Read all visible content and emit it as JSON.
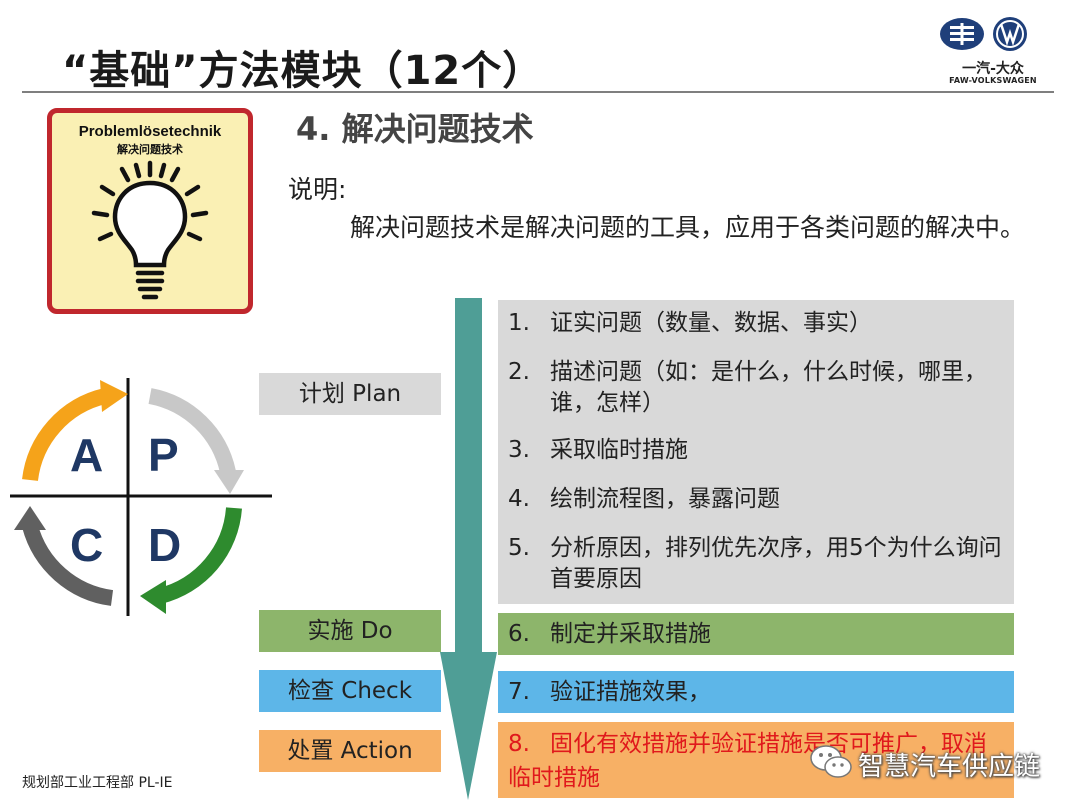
{
  "header": {
    "title": "“基础”方法模块（12个）",
    "logo_zh": "一汽-大众",
    "logo_en": "FAW-VOLKSWAGEN"
  },
  "icon_card": {
    "name_de": "Problemlösetechnik",
    "name_zh": "解决问题技术",
    "icon": "lightbulb-icon"
  },
  "section": {
    "title": "4.  解决问题技术",
    "desc_label": "说明:",
    "desc_text": "解决问题技术是解决问题的工具，应用于各类问题的解决中。"
  },
  "pdca": {
    "letters": [
      "A",
      "P",
      "C",
      "D"
    ],
    "colors": {
      "A": "#f5a31a",
      "P": "#c8c8c8",
      "C": "#606060",
      "D": "#2e8b2e"
    }
  },
  "phases": {
    "plan": "计划 Plan",
    "do": "实施 Do",
    "check": "检查 Check",
    "action": "处置 Action"
  },
  "steps": [
    {
      "num": "1.",
      "text": "证实问题（数量、数据、事实）"
    },
    {
      "num": "2.",
      "text": "描述问题（如：是什么，什么时候，哪里，谁，怎样）"
    },
    {
      "num": "3.",
      "text": "采取临时措施"
    },
    {
      "num": "4.",
      "text": "绘制流程图，暴露问题"
    },
    {
      "num": "5.",
      "text": "分析原因，排列优先次序，用5个为什么询问首要原因"
    },
    {
      "num": "6.",
      "text": "制定并采取措施"
    },
    {
      "num": "7.",
      "text": "验证措施效果，"
    },
    {
      "num": "8.",
      "text": "固化有效措施并验证措施是否可推广，取消临时措施"
    }
  ],
  "colors": {
    "plan": "#d9d9d9",
    "do": "#8db56b",
    "check": "#5db6e8",
    "action": "#f7b065",
    "action_text": "#e0191c",
    "arrow": "#4f9e96",
    "icon_border": "#c0272d"
  },
  "footer": {
    "dept": "规划部工业工程部 PL-IE"
  },
  "watermark": {
    "text": "智慧汽车供应链",
    "icon": "wechat-icon"
  }
}
